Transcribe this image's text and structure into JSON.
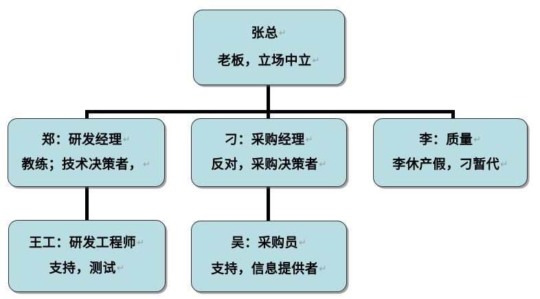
{
  "chart_data": {
    "type": "diagram",
    "title": "",
    "subtype": "organization-chart",
    "orientation": "top-down",
    "levels": 3,
    "node_fill_color": "#b8dde2",
    "node_border_color": "#2f2f2f",
    "connector_color": "#000000",
    "background_color": "#ffffff",
    "return_mark": "↵",
    "nodes": [
      {
        "id": "zhang",
        "level": 1,
        "title": "张总",
        "description": "老板，立场中立",
        "title_return_mark": true,
        "description_return_mark": true
      },
      {
        "id": "zheng",
        "level": 2,
        "title": "郑：研发经理",
        "description": "教练；技术决策者，",
        "title_return_mark": true,
        "description_return_mark": true
      },
      {
        "id": "diao",
        "level": 2,
        "title": "刁：采购经理",
        "description": "反对，采购决策者",
        "title_return_mark": true,
        "description_return_mark": true
      },
      {
        "id": "li",
        "level": 2,
        "title": "李：质量",
        "description": "李休产假，刁暂代",
        "title_return_mark": true,
        "description_return_mark": true
      },
      {
        "id": "wang",
        "level": 3,
        "title": "王工：研发工程师",
        "description": "支持，测试",
        "title_return_mark": true,
        "description_return_mark": true
      },
      {
        "id": "wu",
        "level": 3,
        "title": "吴：采购员",
        "description": "支持，信息提供者",
        "title_return_mark": true,
        "description_return_mark": true
      }
    ],
    "edges": [
      {
        "from": "zhang",
        "to": "zheng"
      },
      {
        "from": "zhang",
        "to": "diao"
      },
      {
        "from": "zhang",
        "to": "li"
      },
      {
        "from": "zheng",
        "to": "wang"
      },
      {
        "from": "diao",
        "to": "wu"
      }
    ]
  },
  "nodes": {
    "zhang": {
      "title": "张总",
      "desc": "老板，立场中立"
    },
    "zheng": {
      "title": "郑：研发经理",
      "desc": "教练；技术决策者，"
    },
    "diao": {
      "title": "刁：采购经理",
      "desc": "反对，采购决策者"
    },
    "li": {
      "title": "李：质量",
      "desc": "李休产假，刁暂代"
    },
    "wang": {
      "title": "王工：研发工程师",
      "desc": "支持，测试"
    },
    "wu": {
      "title": "吴：采购员",
      "desc": "支持，信息提供者"
    }
  },
  "marks": {
    "return": "↵"
  }
}
